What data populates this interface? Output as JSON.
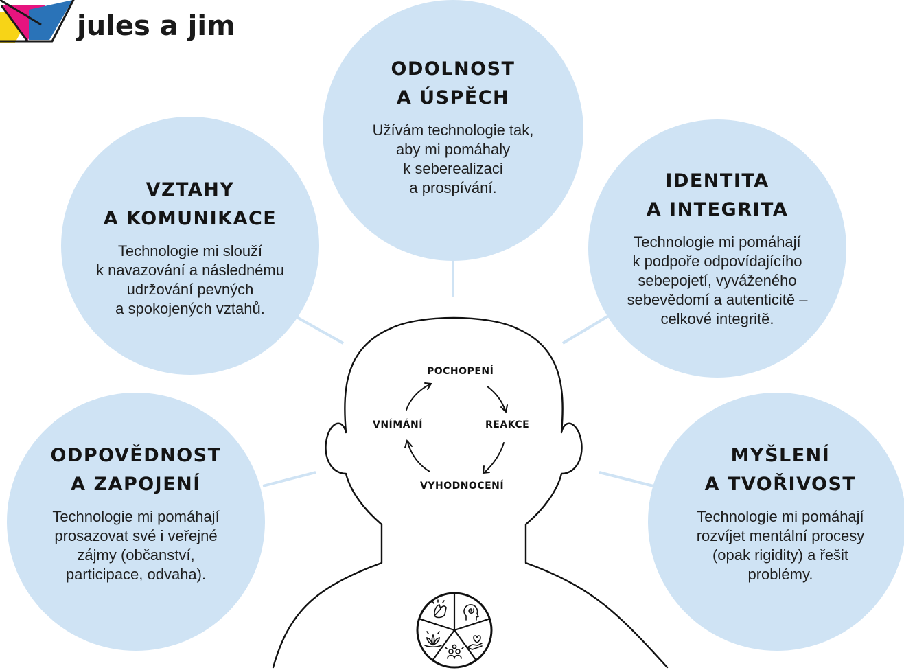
{
  "brand": {
    "name": "jules a jim",
    "colors": {
      "pink": "#e6147f",
      "yellow": "#f7d417",
      "blue": "#2a73b8",
      "outline": "#1a1a1a"
    }
  },
  "bubble_color": "#cfe3f4",
  "bubbles": {
    "top": {
      "title_1": "ODOLNOST",
      "title_2": "A ÚSPĚCH",
      "desc": [
        "Užívám technologie tak,",
        "aby mi pomáhaly",
        "k seberealizaci",
        "a prospívání."
      ]
    },
    "left_upper": {
      "title_1": "VZTAHY",
      "title_2": "A KOMUNIKACE",
      "desc": [
        "Technologie mi slouží",
        "k navazování a následnému",
        "udržování pevných",
        "a spokojených vztahů."
      ]
    },
    "right_upper": {
      "title_1": "IDENTITA",
      "title_2": "A INTEGRITA",
      "desc": [
        "Technologie mi pomáhají",
        "k podpoře odpovídajícího",
        "sebepojetí, vyváženého",
        "sebevědomí a autenticitě –",
        "celkové integritě."
      ]
    },
    "left_lower": {
      "title_1": "ODPOVĚDNOST",
      "title_2": "A ZAPOJENÍ",
      "desc": [
        "Technologie mi pomáhají",
        "prosazovat své i veřejné",
        "zájmy (občanství,",
        "participace, odvaha)."
      ]
    },
    "right_lower": {
      "title_1": "MYŠLENÍ",
      "title_2": "A TVOŘIVOST",
      "desc": [
        "Technologie mi pomáhají",
        "rozvíjet mentální procesy",
        "(opak rigidity) a řešit",
        "problémy."
      ]
    }
  },
  "cycle": {
    "top": "POCHOPENÍ",
    "right": "REAKCE",
    "bottom": "VYHODNOCENÍ",
    "left": "VNÍMÁNÍ"
  },
  "emblem_icons": [
    "clapping-hands-icon",
    "spiral-head-icon",
    "heart-in-hand-icon",
    "group-icon",
    "lotus-icon"
  ]
}
